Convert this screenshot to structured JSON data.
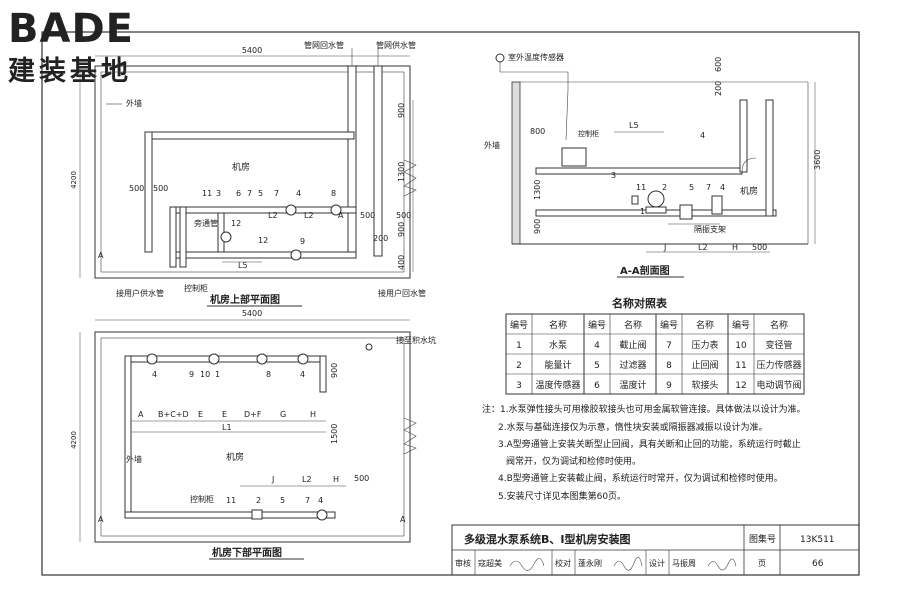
{
  "logo": {
    "mark": "BADE",
    "subtitle": "建装基地"
  },
  "upper_plan": {
    "title": "机房上部平面图",
    "dim_top": "5400",
    "dim_left": "4200",
    "wall_label": "外墙",
    "room_label": "机房",
    "return_pipe": "管网回水管",
    "supply_pipe": "管网供水管",
    "user_supply": "接用户供水管",
    "user_return": "接用户回水管",
    "control_cabinet": "控制柜",
    "bypass": "旁通管",
    "right_dims": [
      "900",
      "1300",
      "900",
      "200",
      "400"
    ],
    "dims": [
      "500",
      "500",
      "500",
      "500",
      "L2",
      "L2",
      "L5"
    ],
    "numbers": [
      "11",
      "3",
      "6",
      "7",
      "5",
      "7",
      "4",
      "8",
      "12",
      "9",
      "12"
    ],
    "section_marks": [
      "A",
      "A"
    ]
  },
  "lower_plan": {
    "title": "机房下部平面图",
    "dim_top": "5400",
    "dim_left": "4200",
    "drain": "接至积水坑",
    "wall_label": "外墙",
    "room_label": "机房",
    "control_cabinet": "控制柜",
    "letters": [
      "A",
      "B+C+D",
      "E",
      "E",
      "D+F",
      "G",
      "H"
    ],
    "numbers_top": [
      "4",
      "9",
      "10",
      "1",
      "8",
      "4"
    ],
    "numbers_bottom": [
      "11",
      "2",
      "5",
      "7",
      "4"
    ],
    "dims": [
      "L1",
      "J",
      "L2",
      "H",
      "500",
      "900",
      "1500"
    ],
    "section_marks": [
      "A",
      "A"
    ]
  },
  "section": {
    "title": "A-A剖面图",
    "sensor": "室外温度传感器",
    "control_cabinet": "控制柜",
    "wall_label": "外墙",
    "room_label": "机房",
    "support": "隔振支架",
    "dims": [
      "800",
      "1300",
      "900",
      "200",
      "600",
      "3600",
      "L5",
      "J",
      "L2",
      "H",
      "500"
    ],
    "numbers": [
      "4",
      "3",
      "11",
      "2",
      "5",
      "7",
      "4",
      "1"
    ]
  },
  "legend": {
    "title": "名称对照表",
    "headers": [
      "编号",
      "名称",
      "编号",
      "名称",
      "编号",
      "名称",
      "编号",
      "名称"
    ],
    "rows": [
      [
        "1",
        "水泵",
        "4",
        "截止阀",
        "7",
        "压力表",
        "10",
        "变径管"
      ],
      [
        "2",
        "能量计",
        "5",
        "过滤器",
        "8",
        "止回阀",
        "11",
        "压力传感器"
      ],
      [
        "3",
        "温度传感器",
        "6",
        "温度计",
        "9",
        "软接头",
        "12",
        "电动调节阀"
      ]
    ]
  },
  "notes": [
    "注：1.水泵弹性接头可用橡胶软接头也可用金属软管连接。具体做法以设计为准。",
    "2.水泵与基础连接仅为示意，惰性块安装或隔振器减振以设计为准。",
    "3.A型旁通管上安装关断型止回阀，具有关断和止回的功能，系统运行时截止",
    "阀常开，仅为调试和检修时使用。",
    "4.B型旁通管上安装截止阀，系统运行时常开，仅为调试和检修时使用。",
    "5.安装尺寸详见本图集第60页。"
  ],
  "title_block": {
    "title": "多级混水泵系统B、Ⅰ型机房安装图",
    "atlas_label": "图集号",
    "atlas_no": "13K511",
    "review_label": "审核",
    "reviewer": "寇超美",
    "check_label": "校对",
    "checker": "蓬永刚",
    "design_label": "设计",
    "designer": "马振周",
    "page_label": "页",
    "page_no": "66"
  }
}
